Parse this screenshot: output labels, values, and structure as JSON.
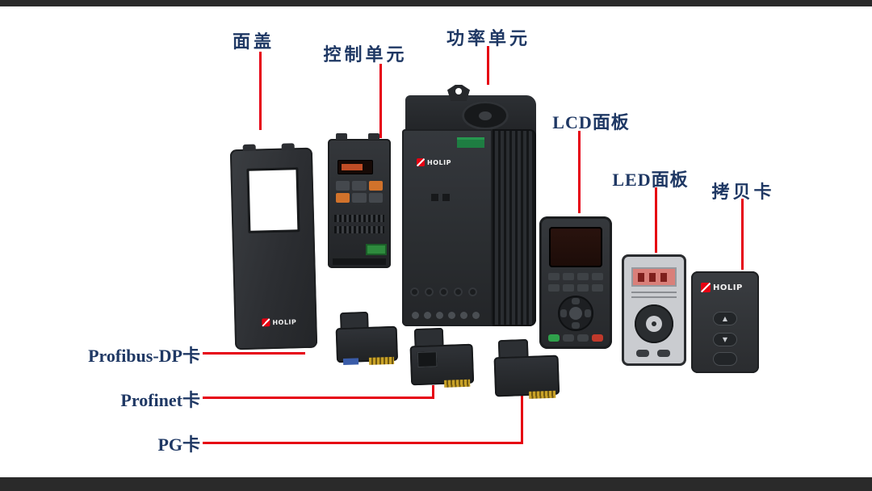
{
  "page": {
    "background": "#ffffff",
    "frame_bar_color": "#2a2a2a"
  },
  "colors": {
    "label_text": "#1f3864",
    "connector_line": "#e60012",
    "device_body_dark": "#2a2d31",
    "led_panel_gray": "#caccd0",
    "brand_red": "#e60012",
    "terminal_green": "#2e8b3d"
  },
  "labels": {
    "front_cover": "面盖",
    "control_unit": "控制单元",
    "power_unit": "功率单元",
    "lcd_panel": "LCD面板",
    "led_panel": "LED面板",
    "copy_card": "拷贝卡",
    "profibus_dp_card": "Profibus-DP卡",
    "profinet_card": "Profinet卡",
    "pg_card": "PG卡"
  },
  "brand": {
    "name": "HOLIP"
  },
  "copy_card_buttons": {
    "up": "▲",
    "down": "▼",
    "blank": ""
  }
}
